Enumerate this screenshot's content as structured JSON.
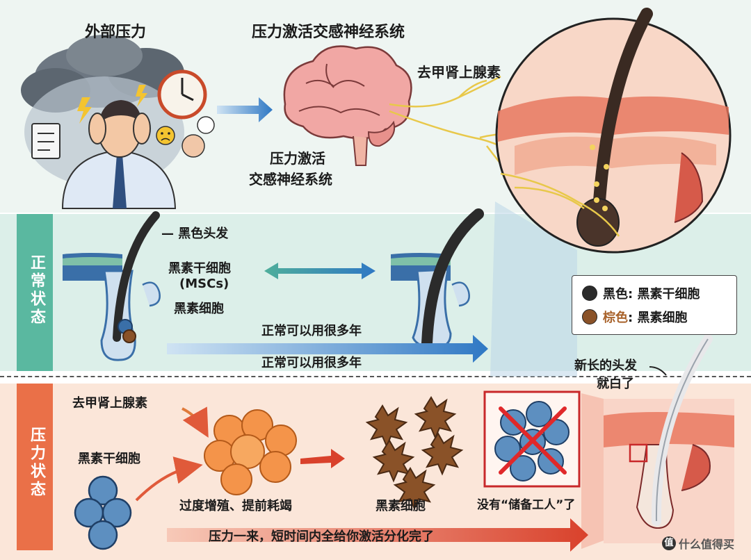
{
  "top": {
    "external_pressure": "外部压力",
    "sympathetic_title": "压力激活交感神经系统",
    "sympathetic_caption_line1": "压力激活",
    "sympathetic_caption_line2": "交感神经系统",
    "norepinephrine": "去甲肾上腺素"
  },
  "normal": {
    "side_label": "正常状态",
    "black_hair": "— 黑色头发",
    "msc_line1": "黑素干细胞",
    "msc_line2": "(MSCs)",
    "melanocyte": "黑素细胞",
    "years_upper": "正常可以用很多年",
    "years_lower": "正常可以用很多年"
  },
  "legend": {
    "black_key": "黑色",
    "black_value": ": 黑素干细胞",
    "brown_key": "棕色",
    "brown_value": ": 黑素细胞",
    "black_color": "#2b2b2b",
    "brown_color": "#8a5228",
    "brown_text_color": "#a8622a"
  },
  "stress": {
    "side_label": "压力状态",
    "norepinephrine": "去甲肾上腺素",
    "msc": "黑素干细胞",
    "proliferation": "过度增殖、提前耗竭",
    "melanocyte": "黑素细胞",
    "no_reserve": "没有“储备工人”了",
    "new_hair_line1": "新长的头发",
    "new_hair_line2": "就白了",
    "arrow_text": "压力一来，短时间内全给你激活分化完了"
  },
  "watermark": {
    "text": "什么值得买",
    "icon": "值"
  }
}
